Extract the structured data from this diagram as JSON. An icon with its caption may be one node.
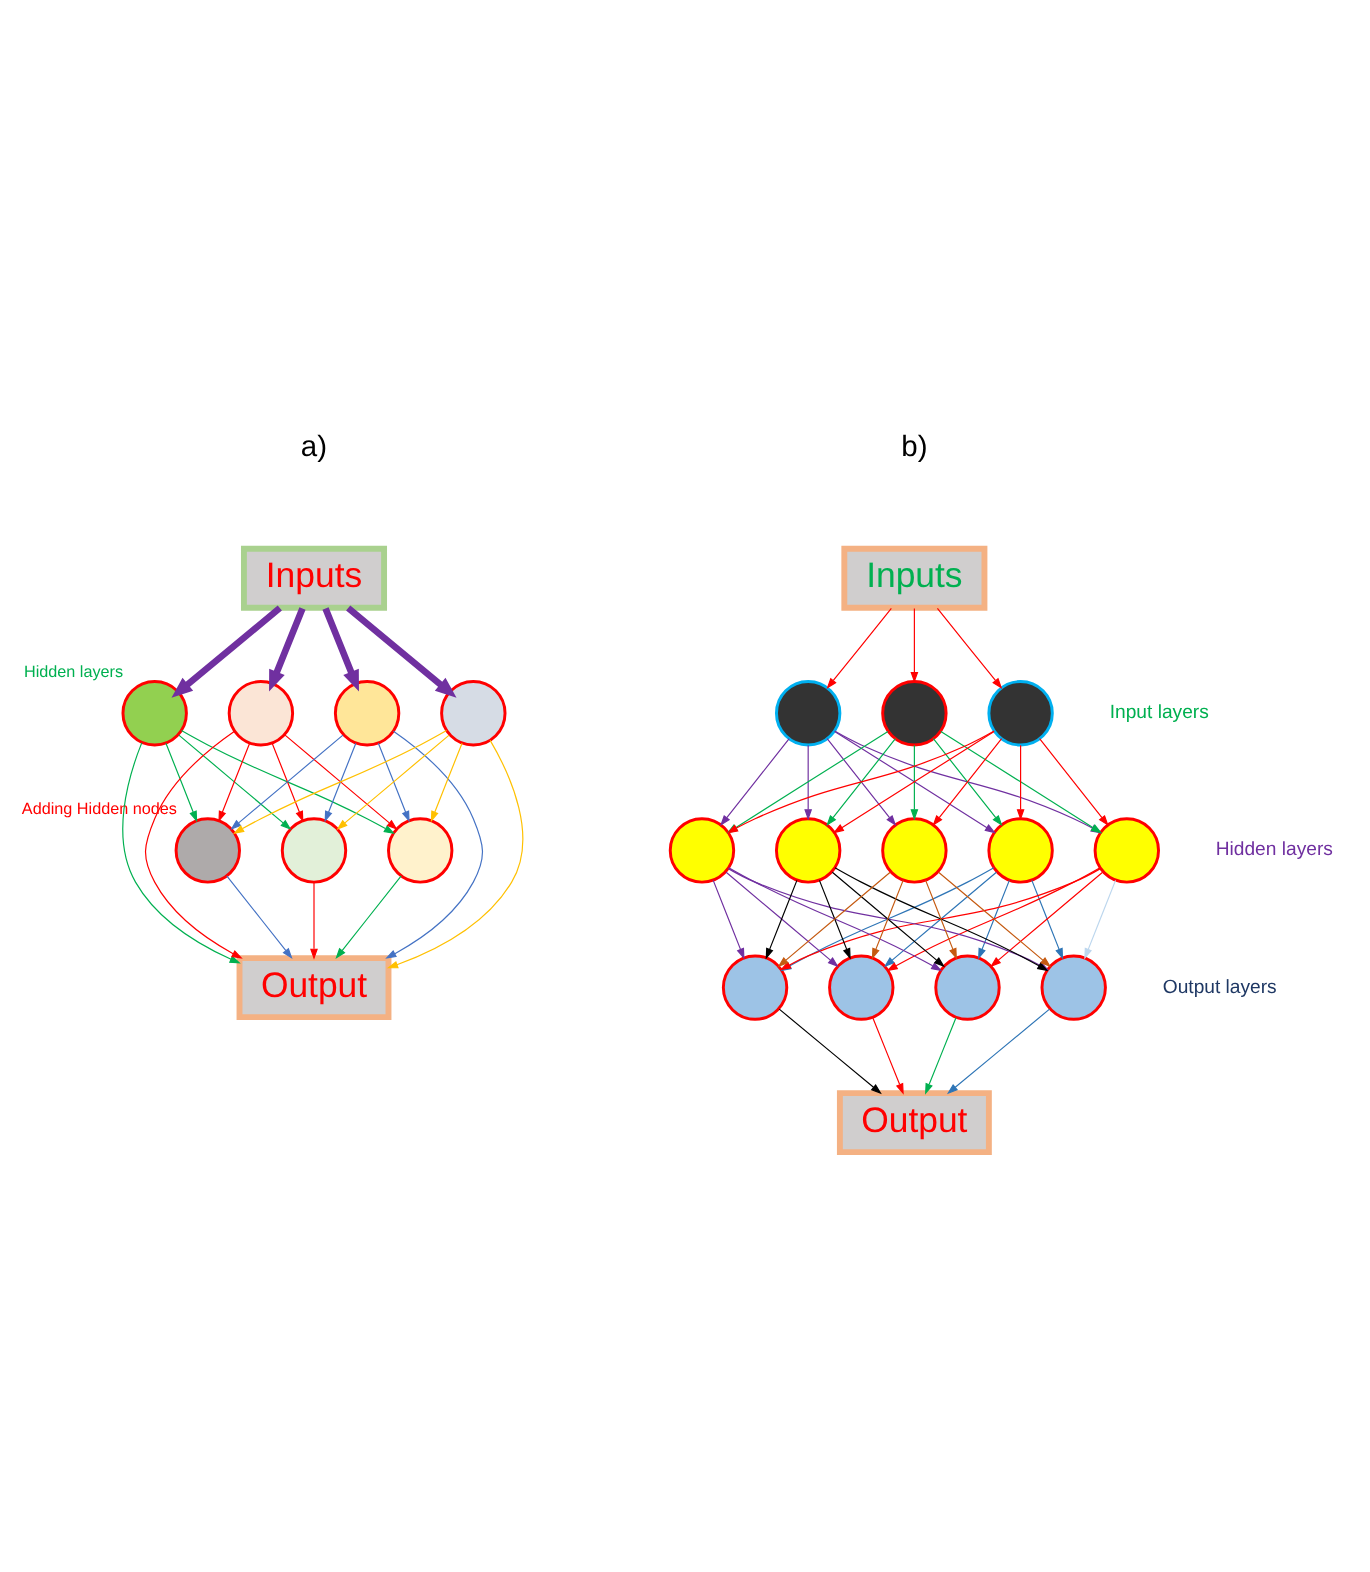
{
  "diagram": {
    "nodes": [
      {
        "text": [
          "Inputs"
        ]
      },
      {
        "text": [],
        "shape": "circle",
        "beside": [
          "Hidden layers"
        ]
      },
      {
        "text": [],
        "shape": "circle"
      },
      {
        "text": [],
        "shape": "circle"
      },
      {
        "text": [],
        "shape": "circle"
      },
      {
        "text": [],
        "shape": "circle",
        "beside": [
          "Adding Hidden nodes"
        ]
      },
      {
        "text": [],
        "shape": "circle"
      },
      {
        "text": [],
        "shape": "circle"
      },
      {
        "text": [
          "Output"
        ]
      },
      {
        "text": [
          "Inputs"
        ]
      },
      {
        "text": [],
        "shape": "circle"
      },
      {
        "text": [],
        "shape": "circle"
      },
      {
        "text": [],
        "shape": "circle"
      },
      {
        "text": [],
        "shape": "circle"
      },
      {
        "text": [],
        "shape": "circle"
      },
      {
        "text": [],
        "shape": "circle"
      },
      {
        "text": [],
        "shape": "circle"
      },
      {
        "text": [],
        "shape": "circle"
      },
      {
        "text": [],
        "shape": "circle"
      },
      {
        "text": [],
        "shape": "circle"
      },
      {
        "text": [],
        "shape": "circle"
      },
      {
        "text": [],
        "shape": "circle"
      },
      {
        "text": [
          "Output"
        ]
      }
    ],
    "edges": [
      {
        "from": 0,
        "to": 1,
        "arrow": "to",
        "color": "#7030a0",
        "style": "thick"
      },
      {
        "from": 0,
        "to": 2,
        "arrow": "to",
        "color": "#7030a0",
        "style": "thick"
      },
      {
        "from": 0,
        "to": 3,
        "arrow": "to",
        "color": "#7030a0",
        "style": "thick"
      },
      {
        "from": 0,
        "to": 4,
        "arrow": "to",
        "color": "#7030a0",
        "style": "thick"
      },
      {
        "from": 1,
        "to": 5,
        "arrow": "to",
        "color": "#00b050"
      },
      {
        "from": 1,
        "to": 6,
        "arrow": "to",
        "color": "#00b050"
      },
      {
        "from": 1,
        "to": 7,
        "arrow": "to",
        "color": "#00b050"
      },
      {
        "from": 1,
        "to": 8,
        "arrow": "to",
        "color": "#00b050"
      },
      {
        "from": 2,
        "to": 5,
        "arrow": "to",
        "color": "#ff0000"
      },
      {
        "from": 2,
        "to": 6,
        "arrow": "to",
        "color": "#ff0000"
      },
      {
        "from": 2,
        "to": 7,
        "arrow": "to",
        "color": "#ff0000"
      },
      {
        "from": 2,
        "to": 8,
        "arrow": "to",
        "color": "#ff0000"
      },
      {
        "from": 3,
        "to": 5,
        "arrow": "to",
        "color": "#4472c4"
      },
      {
        "from": 3,
        "to": 6,
        "arrow": "to",
        "color": "#4472c4"
      },
      {
        "from": 3,
        "to": 7,
        "arrow": "to",
        "color": "#4472c4"
      },
      {
        "from": 3,
        "to": 8,
        "arrow": "to",
        "color": "#4472c4"
      },
      {
        "from": 4,
        "to": 5,
        "arrow": "to",
        "color": "#ffc000"
      },
      {
        "from": 4,
        "to": 6,
        "arrow": "to",
        "color": "#ffc000"
      },
      {
        "from": 4,
        "to": 7,
        "arrow": "to",
        "color": "#ffc000"
      },
      {
        "from": 4,
        "to": 8,
        "arrow": "to",
        "color": "#ffc000"
      },
      {
        "from": 5,
        "to": 8,
        "arrow": "to",
        "color": "#4472c4"
      },
      {
        "from": 6,
        "to": 8,
        "arrow": "to",
        "color": "#ff0000"
      },
      {
        "from": 7,
        "to": 8,
        "arrow": "to",
        "color": "#00b050"
      },
      {
        "from": 9,
        "to": 10,
        "arrow": "to",
        "color": "#ff0000"
      },
      {
        "from": 9,
        "to": 11,
        "arrow": "to",
        "color": "#ff0000"
      },
      {
        "from": 9,
        "to": 12,
        "arrow": "to",
        "color": "#ff0000"
      },
      {
        "from": 10,
        "to": 13,
        "arrow": "to",
        "color": "#7030a0"
      },
      {
        "from": 10,
        "to": 14,
        "arrow": "to",
        "color": "#7030a0"
      },
      {
        "from": 10,
        "to": 15,
        "arrow": "to",
        "color": "#7030a0"
      },
      {
        "from": 10,
        "to": 16,
        "arrow": "to",
        "color": "#7030a0"
      },
      {
        "from": 10,
        "to": 17,
        "arrow": "to",
        "color": "#7030a0"
      },
      {
        "from": 11,
        "to": 13,
        "arrow": "to",
        "color": "#00b050"
      },
      {
        "from": 11,
        "to": 14,
        "arrow": "to",
        "color": "#00b050"
      },
      {
        "from": 11,
        "to": 15,
        "arrow": "to",
        "color": "#00b050"
      },
      {
        "from": 11,
        "to": 16,
        "arrow": "to",
        "color": "#00b050"
      },
      {
        "from": 11,
        "to": 17,
        "arrow": "to",
        "color": "#00b050"
      },
      {
        "from": 12,
        "to": 13,
        "arrow": "to",
        "color": "#ff0000"
      },
      {
        "from": 12,
        "to": 14,
        "arrow": "to",
        "color": "#ff0000"
      },
      {
        "from": 12,
        "to": 15,
        "arrow": "to",
        "color": "#ff0000"
      },
      {
        "from": 12,
        "to": 16,
        "arrow": "to",
        "color": "#ff0000"
      },
      {
        "from": 12,
        "to": 17,
        "arrow": "to",
        "color": "#ff0000"
      },
      {
        "from": 13,
        "to": 18,
        "arrow": "to",
        "color": "#2e75b6"
      },
      {
        "from": 13,
        "to": 19,
        "arrow": "to",
        "color": "#2e75b6"
      },
      {
        "from": 13,
        "to": 20,
        "arrow": "to",
        "color": "#2e75b6"
      },
      {
        "from": 13,
        "to": 21,
        "arrow": "to",
        "color": "#2e75b6"
      },
      {
        "from": 14,
        "to": 18,
        "arrow": "to",
        "color": "#ff0000"
      },
      {
        "from": 14,
        "to": 19,
        "arrow": "to",
        "color": "#ff0000"
      },
      {
        "from": 14,
        "to": 20,
        "arrow": "to",
        "color": "#ff0000"
      },
      {
        "from": 14,
        "to": 21,
        "arrow": "to",
        "color": "#bdd7ee"
      },
      {
        "from": 15,
        "to": 18,
        "arrow": "to",
        "color": "#7030a0"
      },
      {
        "from": 15,
        "to": 19,
        "arrow": "to",
        "color": "#7030a0"
      },
      {
        "from": 15,
        "to": 20,
        "arrow": "to",
        "color": "#7030a0"
      },
      {
        "from": 15,
        "to": 21,
        "arrow": "to",
        "color": "#7030a0"
      },
      {
        "from": 16,
        "to": 18,
        "arrow": "to",
        "color": "#000000"
      },
      {
        "from": 16,
        "to": 19,
        "arrow": "to",
        "color": "#000000"
      },
      {
        "from": 16,
        "to": 20,
        "arrow": "to",
        "color": "#000000"
      },
      {
        "from": 16,
        "to": 21,
        "arrow": "to",
        "color": "#000000"
      },
      {
        "from": 17,
        "to": 18,
        "arrow": "to",
        "color": "#c55a11"
      },
      {
        "from": 17,
        "to": 19,
        "arrow": "to",
        "color": "#c55a11"
      },
      {
        "from": 17,
        "to": 20,
        "arrow": "to",
        "color": "#c55a11"
      },
      {
        "from": 17,
        "to": 21,
        "arrow": "to",
        "color": "#c55a11"
      },
      {
        "from": 18,
        "to": 22,
        "arrow": "to",
        "color": "#000000"
      },
      {
        "from": 19,
        "to": 22,
        "arrow": "to",
        "color": "#ff0000"
      },
      {
        "from": 20,
        "to": 22,
        "arrow": "to",
        "color": "#00b050"
      },
      {
        "from": 21,
        "to": 22,
        "arrow": "to",
        "color": "#2e75b6"
      }
    ],
    "labels": [
      "a)",
      "b)",
      "Input layers",
      "Hidden layers",
      "Output layers"
    ]
  }
}
